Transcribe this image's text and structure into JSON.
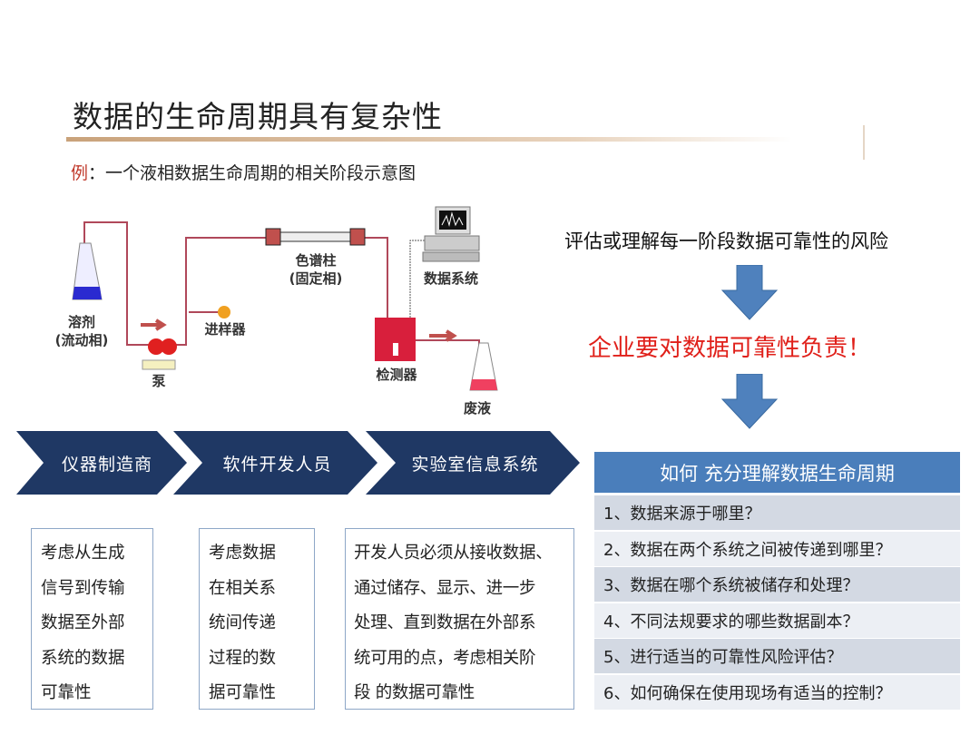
{
  "title": "数据的生命周期具有复杂性",
  "subtitle": {
    "prefix": "例",
    "text": "：一个液相数据生命周期的相关阶段示意图"
  },
  "diagram": {
    "solvent": "溶剂",
    "mobile_phase": "(流动相)",
    "pump": "泵",
    "injector": "进样器",
    "column": "色谱柱",
    "stationary_phase": "(固定相)",
    "data_system": "数据系统",
    "detector": "检测器",
    "waste": "废液"
  },
  "right": {
    "risk_text": "评估或理解每一阶段数据可靠性的风险",
    "responsibility_text": "企业要对数据可靠性负责！",
    "arrow_color": "#4f81bd"
  },
  "stages": [
    {
      "label": "仪器制造商",
      "desc": "考虑从生成\n信号到传输\n数据至外部\n系统的数据\n可靠性"
    },
    {
      "label": "软件开发人员",
      "desc": "考虑数据\n在相关系\n统间传递\n过程的数\n据可靠性"
    },
    {
      "label": "实验室信息系统",
      "desc": "开发人员必须从接收数据、\n通过储存、显示、进一步\n处理、直到数据在外部系\n统可用的点，考虑相关阶\n段 的数据可靠性"
    }
  ],
  "table": {
    "header": "如何 充分理解数据生命周期",
    "rows": [
      "1、数据来源于哪里？",
      "2、数据在两个系统之间被传递到哪里？",
      "3、数据在哪个系统被储存和处理？",
      "4、不同法规要求的哪些数据副本？",
      "5、进行适当的可靠性风险评估？",
      "6、如何确保在使用现场有适当的控制？"
    ]
  }
}
